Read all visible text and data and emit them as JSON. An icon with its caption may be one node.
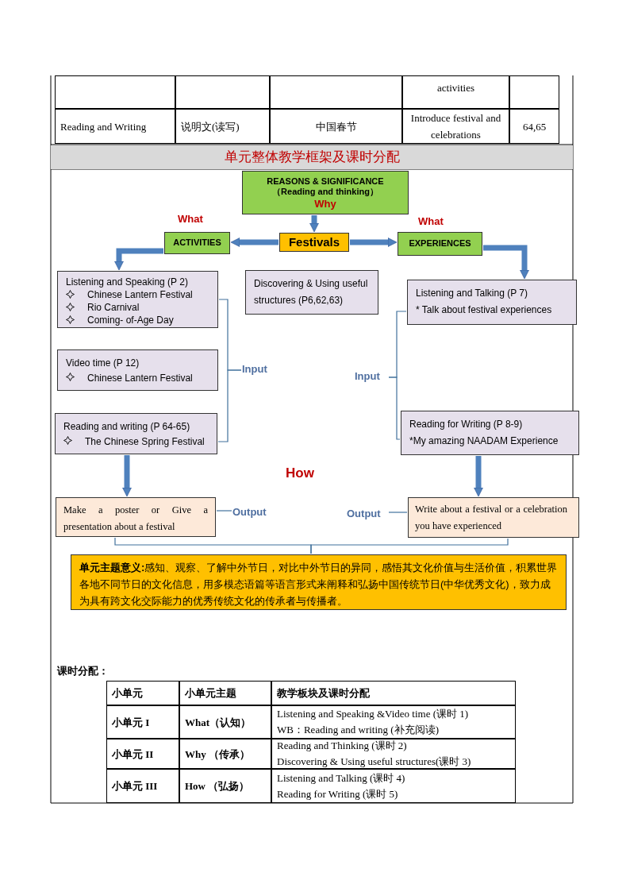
{
  "diagram": {
    "title": "单元整体教学框架及课时分配",
    "nodes": [
      {
        "text": [
          "REASONS & SIGNIFICANCE （Reading and thinking）",
          "Why"
        ]
      },
      {
        "text": [
          "ACTIVITIES"
        ],
        "beside": [
          "What"
        ]
      },
      {
        "text": [
          "Festivals"
        ]
      },
      {
        "text": [
          "EXPERIENCES"
        ],
        "beside": [
          "What"
        ]
      },
      {
        "text": [
          "Listening and Speaking (P 2)",
          "Chinese Lantern Festival",
          "Rio Carnival",
          "Coming- of-Age Day"
        ]
      },
      {
        "text": [
          "Discovering & Using useful structures (P6,62,63)"
        ]
      },
      {
        "text": [
          "Listening and Talking (P 7)",
          "* Talk about festival experiences"
        ]
      },
      {
        "text": [
          "Video time (P 12)",
          "Chinese Lantern Festival"
        ]
      },
      {
        "text": [
          "Reading and writing (P 64-65)",
          "The Chinese Spring Festival"
        ]
      },
      {
        "text": [
          "Reading for Writing (P 8-9)",
          "*My amazing NAADAM Experience"
        ]
      },
      {
        "text": [
          "Make a poster or Give a presentation about a festival"
        ]
      },
      {
        "text": [
          "Write about a festival or a celebration you have experienced"
        ]
      },
      {
        "text": [
          "Input"
        ]
      },
      {
        "text": [
          "Input"
        ]
      },
      {
        "text": [
          "Output"
        ]
      },
      {
        "text": [
          "Output"
        ]
      },
      {
        "text": [
          "**单元主题意义:**感知、观察、了解中外节日，对比中外节日的异同，感悟其文化价值与生活价值，积累世界各地不同节日的文化信息，用多模态语篇等语言形式来阐释和弘扬中国传统节日(中华优秀文化)，致力成为具有跨文化交际能力的优秀传统文化的传承者与传播者。"
        ]
      }
    ],
    "edges": [
      {
        "from": 0,
        "to": 2,
        "arrow": "to",
        "style": "thick",
        "color": "#4f81bd"
      },
      {
        "from": 2,
        "to": 1,
        "arrow": "to",
        "style": "thick",
        "color": "#4f81bd"
      },
      {
        "from": 2,
        "to": 3,
        "arrow": "to",
        "style": "thick",
        "color": "#4f81bd"
      },
      {
        "from": 1,
        "to": 4,
        "arrow": "to",
        "style": "thick",
        "color": "#4f81bd"
      },
      {
        "from": 3,
        "to": 6,
        "arrow": "to",
        "style": "thick",
        "color": "#4f81bd"
      },
      {
        "from": 8,
        "to": 10,
        "arrow": "to",
        "style": "thick",
        "color": "#4f81bd"
      },
      {
        "from": 9,
        "to": 11,
        "arrow": "to",
        "style": "thick",
        "color": "#4f81bd"
      },
      {
        "from": 4,
        "to": 12,
        "arrow": "none"
      },
      {
        "from": 8,
        "to": 12,
        "arrow": "none"
      },
      {
        "from": 6,
        "to": 13,
        "arrow": "none"
      },
      {
        "from": 9,
        "to": 13,
        "arrow": "none"
      },
      {
        "from": 10,
        "to": 14,
        "arrow": "none"
      },
      {
        "from": 11,
        "to": 15,
        "arrow": "none"
      },
      {
        "from": 10,
        "to": 16,
        "arrow": "none"
      },
      {
        "from": 11,
        "to": 16,
        "arrow": "none"
      }
    ],
    "labels": [
      "activities",
      "Reading and Writing",
      "说明文(读写)",
      "中国春节",
      "Introduce festival and celebrations",
      "64,65",
      "How",
      "课时分配：",
      "小单元",
      "小单元主题",
      "教学板块及课时分配",
      "小单元 I",
      "What（认知）",
      "Listening and Speaking &Video time (课时 1)",
      "WB：Reading and writing (补充阅读)",
      "小单元 II",
      "Why （传承）",
      "Reading and Thinking (课时 2)",
      "Discovering & Using useful structures(课时 3)",
      "小单元 III",
      "How （弘扬）",
      "Listening and Talking (课时 4)",
      "Reading for Writing (课时 5)"
    ]
  }
}
